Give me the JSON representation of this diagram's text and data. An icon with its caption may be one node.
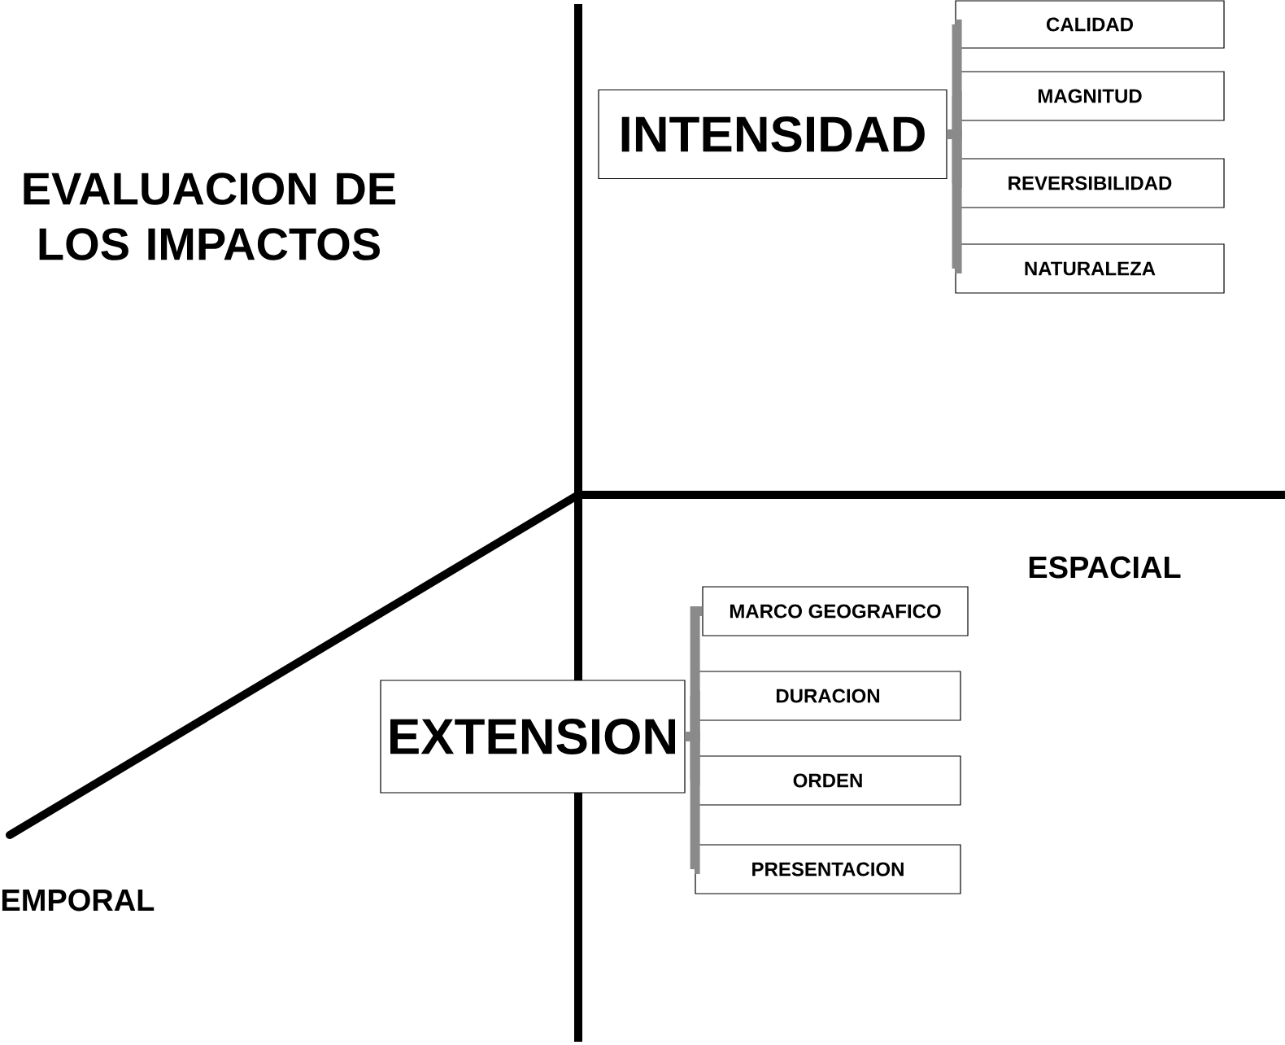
{
  "diagram": {
    "title": "EVALUACION DE LOS IMPACTOS",
    "nodes": [
      {
        "text": [
          "INTENSIDAD"
        ]
      },
      {
        "text": [
          "CALIDAD"
        ]
      },
      {
        "text": [
          "MAGNITUD"
        ]
      },
      {
        "text": [
          "REVERSIBILIDAD"
        ]
      },
      {
        "text": [
          "NATURALEZA"
        ]
      },
      {
        "text": [
          "EXTENSION"
        ]
      },
      {
        "text": [
          "MARCO GEOGRAFICO"
        ]
      },
      {
        "text": [
          "DURACION"
        ]
      },
      {
        "text": [
          "ORDEN"
        ]
      },
      {
        "text": [
          "PRESENTACION"
        ]
      }
    ],
    "edges": [
      {
        "from": 0,
        "to": 1,
        "arrow": "none"
      },
      {
        "from": 0,
        "to": 2,
        "arrow": "none"
      },
      {
        "from": 0,
        "to": 3,
        "arrow": "none"
      },
      {
        "from": 0,
        "to": 4,
        "arrow": "none"
      },
      {
        "from": 5,
        "to": 6,
        "arrow": "none"
      },
      {
        "from": 5,
        "to": 7,
        "arrow": "none"
      },
      {
        "from": 5,
        "to": 8,
        "arrow": "none"
      },
      {
        "from": 5,
        "to": 9,
        "arrow": "none"
      }
    ],
    "labels": [
      "ESPACIAL",
      "EMPORAL"
    ]
  }
}
